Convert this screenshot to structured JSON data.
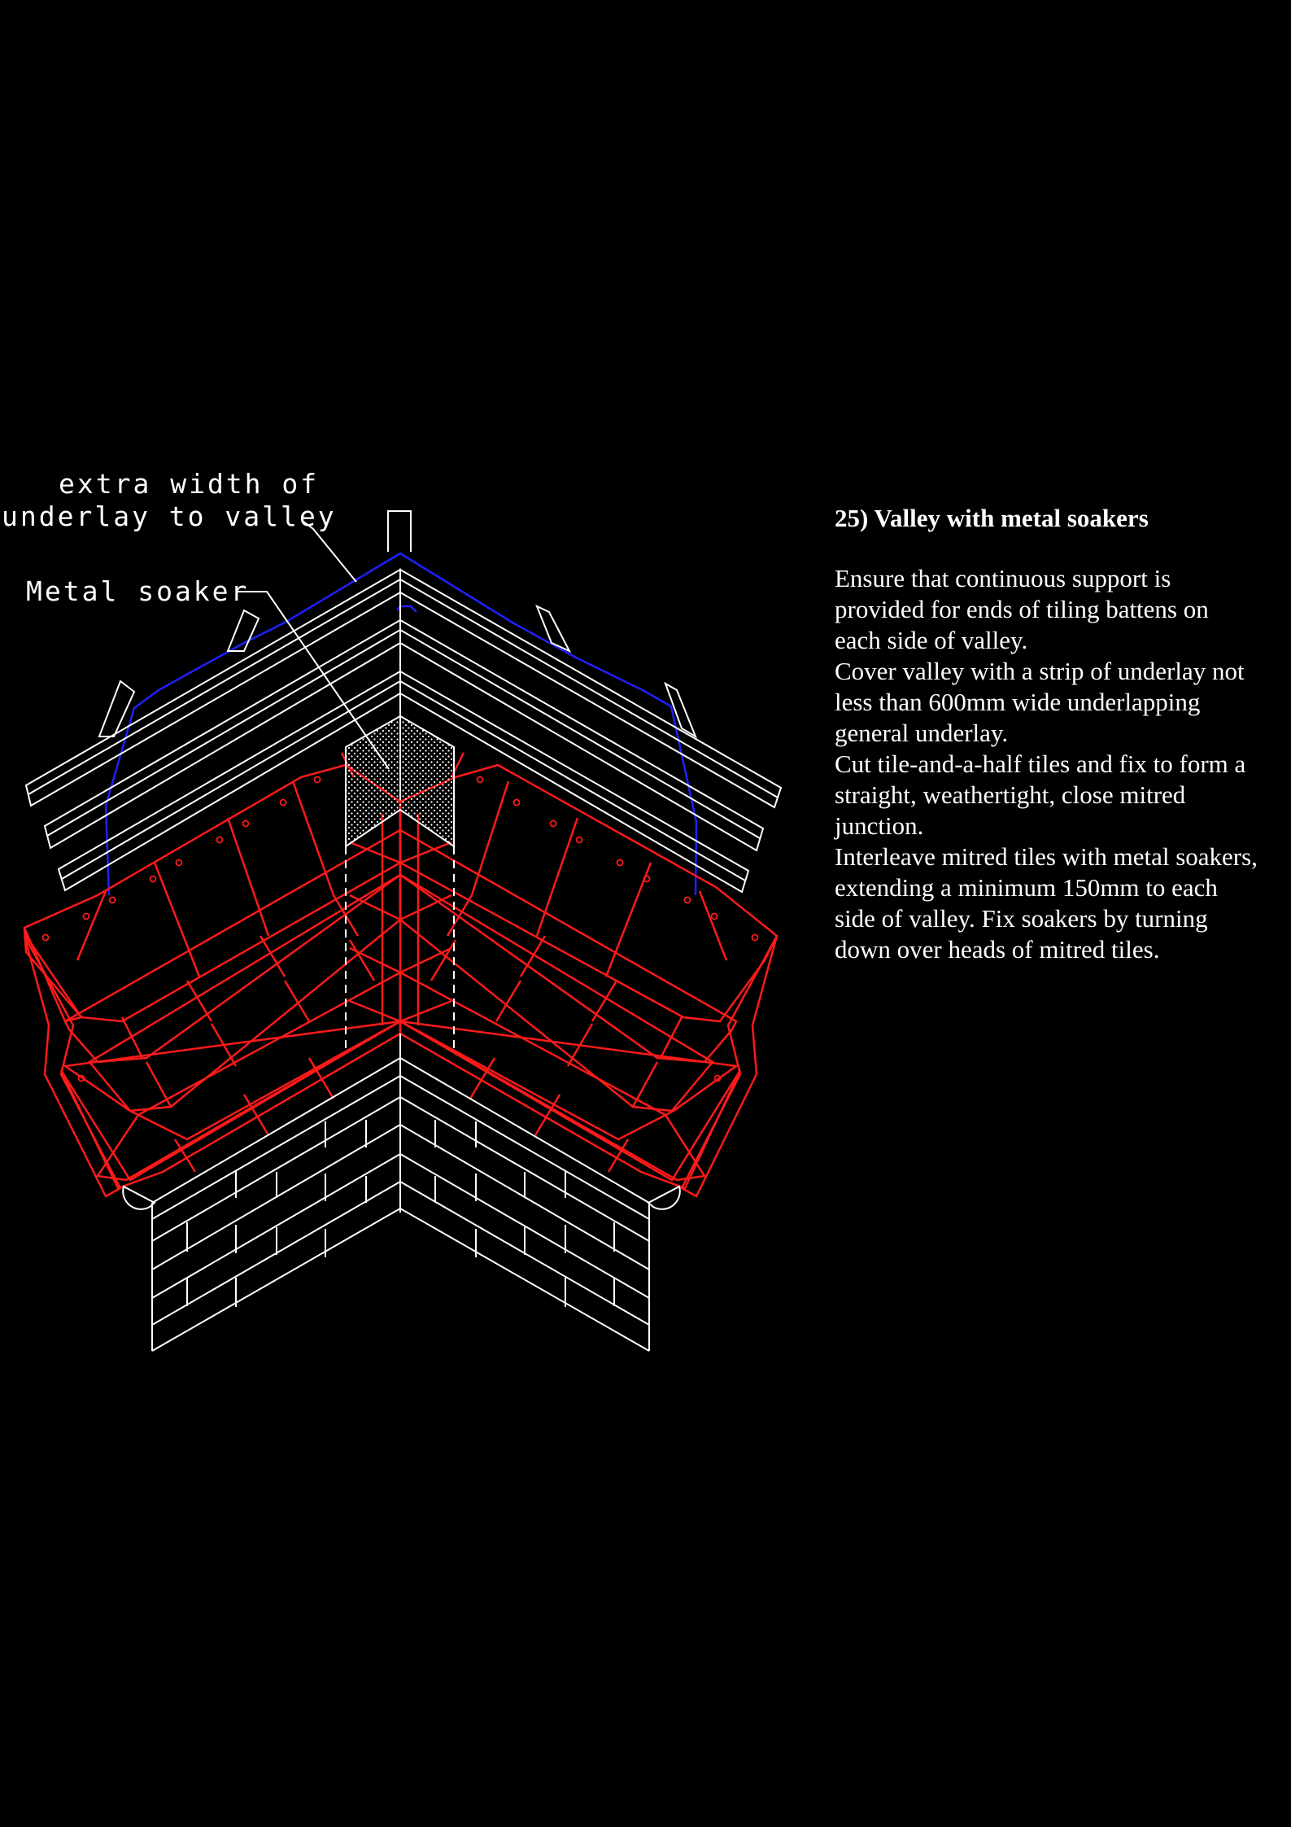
{
  "labels": {
    "underlay_line1": "extra width of",
    "underlay_line2": "underlay to valley",
    "soaker": "Metal soaker"
  },
  "notes": {
    "title": "25) Valley with metal soakers",
    "lines": [
      "Ensure that continuous support is",
      "provided for ends of tiling battens on",
      "each side of valley.",
      "Cover valley with a strip of underlay not",
      "less than 600mm wide underlapping",
      "general underlay.",
      "Cut tile-and-a-half tiles and fix to form a",
      "straight, weathertight, close mitred",
      "junction.",
      "Interleave mitred tiles with metal soakers,",
      "extending a minimum 150mm to each",
      "side of valley.  Fix soakers by turning",
      "down over heads of mitred tiles."
    ]
  },
  "colors": {
    "background": "#000000",
    "linework": "#ffffff",
    "tiles": "#ff1a1a",
    "underlay": "#2020ff"
  }
}
